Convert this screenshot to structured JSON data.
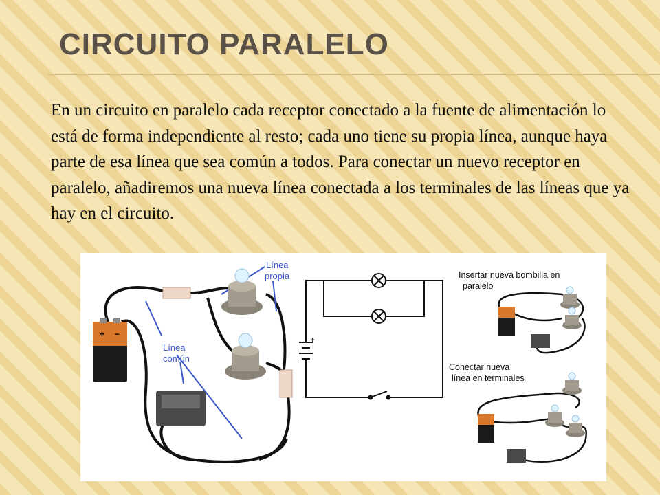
{
  "slide": {
    "title": "CIRCUITO PARALELO",
    "body": "En un circuito en paralelo cada receptor conectado a la fuente de alimentación lo está de forma independiente al resto; cada uno tiene su propia línea, aunque haya parte de esa línea que sea común a todos. Para conectar un nuevo receptor en paralelo, añadiremos una nueva línea conectada a los terminales de las líneas que ya hay en el circuito."
  },
  "figure": {
    "label_linea_propia": [
      "Línea",
      "propia"
    ],
    "label_linea_comun": [
      "Línea",
      "común"
    ],
    "label_insertar": [
      "Insertar nueva bombilla en",
      "paralelo"
    ],
    "label_conectar": [
      "Conectar nueva",
      "línea en terminales"
    ],
    "battery_plus": "+",
    "battery_minus": "−"
  },
  "colors": {
    "accent_blue": "#3a56c8",
    "title": "#5a5248",
    "background": "#f5e4b0"
  }
}
